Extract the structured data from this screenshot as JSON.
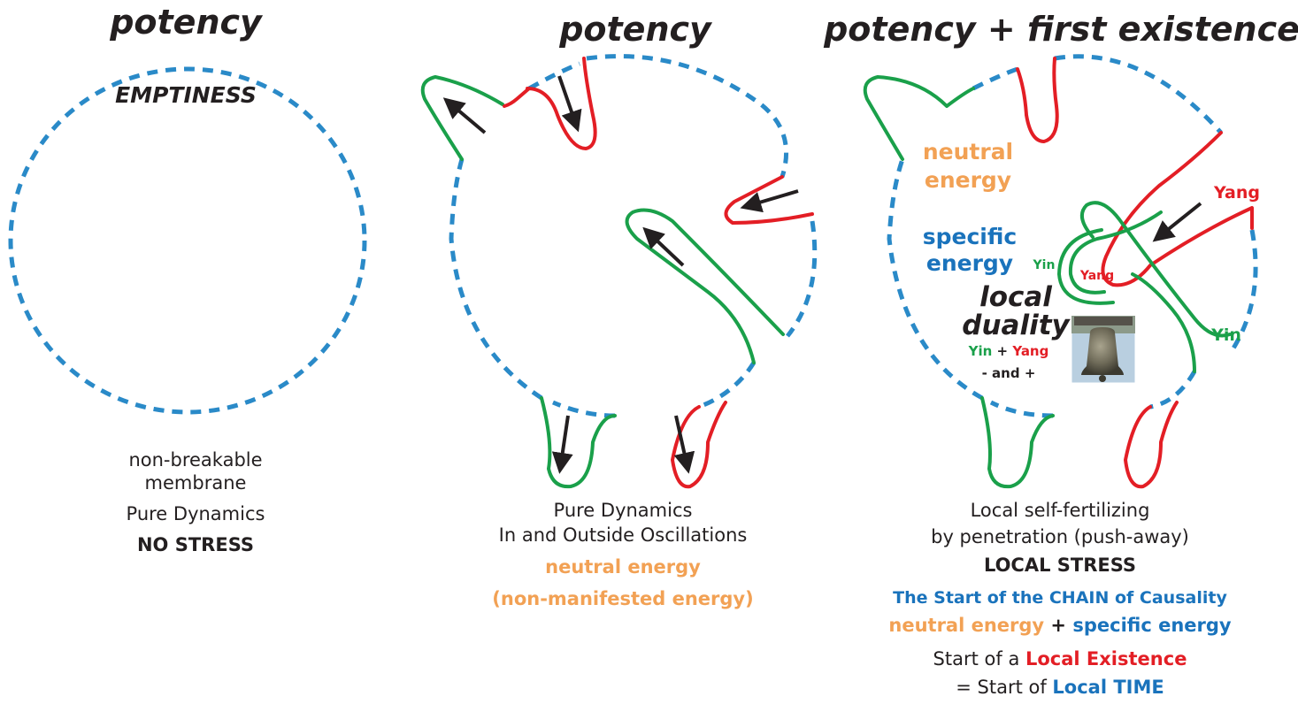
{
  "colors": {
    "membrane": "#2a8ac8",
    "yin_green": "#1aa04a",
    "yang_red": "#e31e25",
    "neutral_orange": "#f2a154",
    "specific_blue": "#1a73bc",
    "text_dark": "#231f20"
  },
  "panel1": {
    "title": "potency",
    "inner_label": "EMPTINESS",
    "caption_line1": "non-breakable",
    "caption_line2": "membrane",
    "caption_line3": "Pure Dynamics",
    "caption_line4": "NO STRESS"
  },
  "panel2": {
    "title": "potency",
    "caption_line1": "Pure Dynamics",
    "caption_line2": "In and Outside Oscillations",
    "caption_line3": "neutral energy",
    "caption_line4": "(non-manifested energy)"
  },
  "panel3": {
    "title": "potency + first existence",
    "neutral_label_1": "neutral",
    "neutral_label_2": "energy",
    "specific_label_1": "specific",
    "specific_label_2": "energy",
    "yin_small": "Yin",
    "yang_inner": "Yang",
    "yang_outer": "Yang",
    "yin_outer": "Yin",
    "duality_1": "local",
    "duality_2": "duality",
    "yin_word": "Yin",
    "plus": " + ",
    "yang_word": "Yang",
    "minus_plus": "- and +",
    "bell_icon": "bell-icon",
    "caption_line1": "Local self-fertilizing",
    "caption_line2": "by penetration (push-away)",
    "caption_line3": "LOCAL STRESS",
    "caption_line4": "The Start of the CHAIN of Causality",
    "caption_line5a": "neutral energy",
    "caption_line5b": " + ",
    "caption_line5c": "specific energy",
    "caption_line6a": "Start of a ",
    "caption_line6b": "Local Existence",
    "caption_line7a": "= Start of ",
    "caption_line7b": "Local TIME"
  }
}
